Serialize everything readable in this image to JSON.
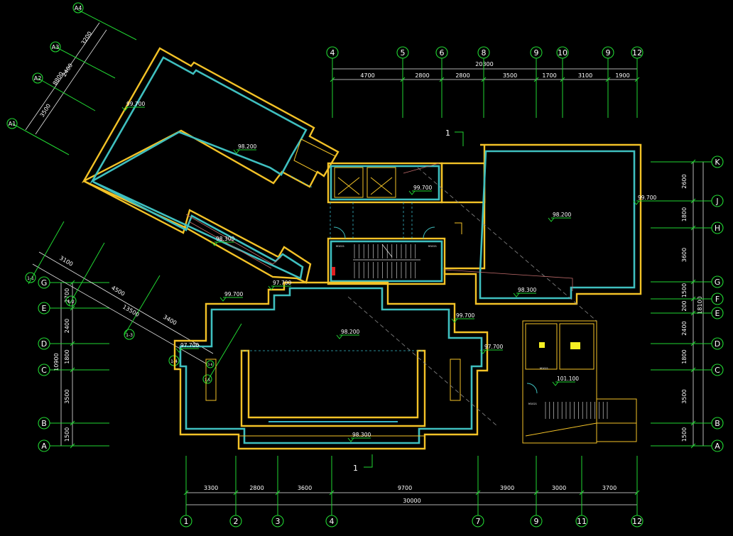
{
  "colors": {
    "background": "#000000",
    "axis_line": "#21d632",
    "wall_outer": "#f3c227",
    "wall_inner": "#3fbfbf",
    "text": "#ffffff"
  },
  "top_axes": {
    "labels": [
      "4",
      "5",
      "6",
      "8",
      "9",
      "10",
      "9",
      "12"
    ],
    "overall": "20300",
    "dims": [
      "4700",
      "2800",
      "2800",
      "3500",
      "1700",
      "3100",
      "1900"
    ]
  },
  "bottom_axes": {
    "labels": [
      "1",
      "2",
      "3",
      "4",
      "7",
      "9",
      "11",
      "12"
    ],
    "overall": "30000",
    "dims": [
      "3300",
      "2800",
      "3600",
      "9700",
      "3900",
      "3000",
      "3700"
    ]
  },
  "right_axes": {
    "labels": [
      "K",
      "J",
      "H",
      "G",
      "F",
      "E",
      "D",
      "C",
      "B",
      "A"
    ],
    "dims": [
      "2600",
      "1800",
      "3600",
      "1500",
      "200",
      "2400",
      "1800",
      "3500",
      "1500"
    ],
    "overall": "18100"
  },
  "left_axes": {
    "labels": [
      "G",
      "E",
      "D",
      "C",
      "B",
      "A"
    ],
    "dims": [
      "2700",
      "2400",
      "1800",
      "3500",
      "1500"
    ],
    "overall": "10900"
  },
  "diagonal_axes": {
    "labels": [
      "A4",
      "A3",
      "A2",
      "A1"
    ],
    "dims": [
      "3200",
      "2400",
      "3500"
    ],
    "overall": "8800"
  },
  "diagonal_dims": [
    "3100",
    "4500",
    "13500",
    "3400"
  ],
  "section_marks": {
    "top": "1",
    "bottom": "1",
    "left_labels": [
      "1-1",
      "1-2",
      "1-3",
      "1-4",
      "1-5",
      "1-6"
    ]
  },
  "levels": {
    "wing_top": "99.700",
    "wing_floor": "98.200",
    "wing_lower": "98.300",
    "stair_hall": "99.700",
    "east_right": "99.700",
    "east_floor": "98.200",
    "east_lower": "98.300",
    "south_a": "97.700",
    "south_b": "99.700",
    "south_c": "99.700",
    "south_d": "97.700",
    "south_e": "97.700",
    "south_floor": "98.200",
    "south_bottom": "98.300",
    "annex": "101.100"
  },
  "small_tags": {
    "door_a": "M1021",
    "door_b": "M1021",
    "door_c": "M1021",
    "door_d": "M1021"
  }
}
